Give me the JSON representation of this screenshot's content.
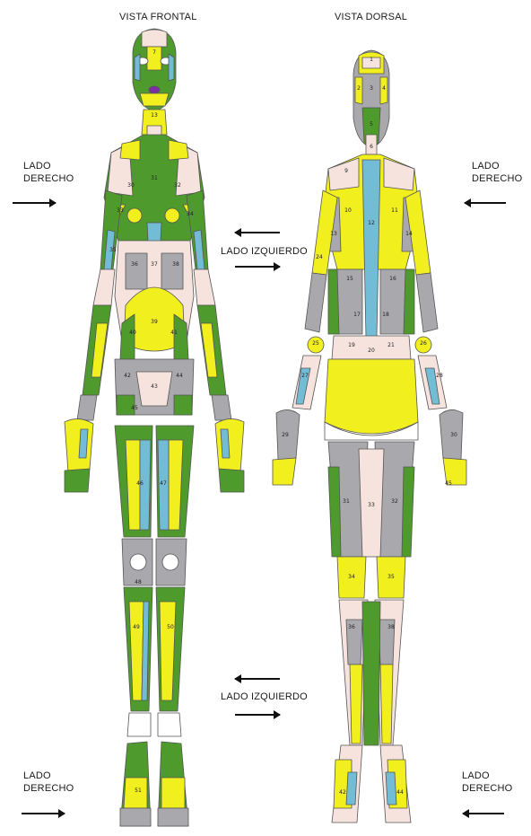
{
  "titles": {
    "front": "VISTA FRONTAL",
    "back": "VISTA DORSAL"
  },
  "side_labels": {
    "lado": "LADO",
    "derecho": "DERECHO",
    "izquierdo": "LADO IZQUIERDO"
  },
  "colors": {
    "green": "#4f9a2c",
    "yellow": "#f2ef1e",
    "blue": "#73bcd6",
    "gray": "#a9a9ad",
    "skin": "#f6e3de",
    "outline": "#555555"
  },
  "region_numbers": {
    "front": [
      "7",
      "13",
      "30",
      "31",
      "32",
      "33",
      "34",
      "35",
      "36",
      "37",
      "38",
      "39",
      "40",
      "41",
      "42",
      "43",
      "44",
      "45",
      "46",
      "47",
      "48",
      "49",
      "50",
      "51"
    ],
    "back": [
      "1",
      "2",
      "3",
      "4",
      "5",
      "6",
      "9",
      "10",
      "11",
      "12",
      "13",
      "14",
      "15",
      "16",
      "17",
      "18",
      "19",
      "20",
      "21",
      "24",
      "25",
      "26",
      "27",
      "28",
      "29",
      "30",
      "31",
      "32",
      "33",
      "34",
      "35",
      "36",
      "38",
      "42",
      "44",
      "45"
    ]
  }
}
